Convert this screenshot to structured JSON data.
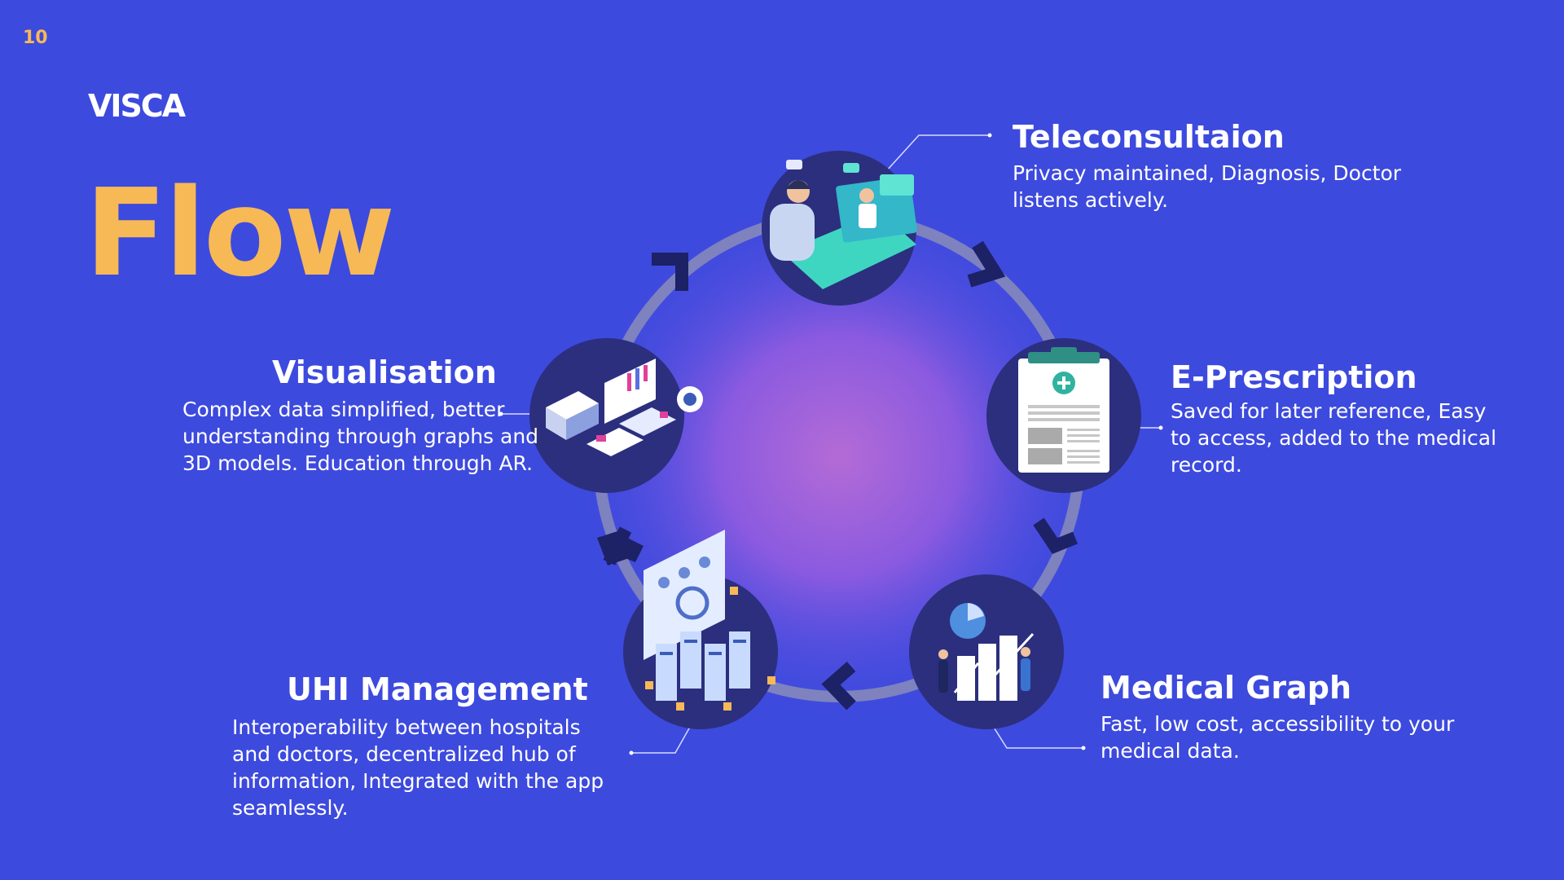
{
  "slide": {
    "page_number": "10",
    "brand": "VISCA",
    "title": "Flow"
  },
  "colors": {
    "background": "#3d4ade",
    "accent": "#f7b955",
    "node_fill": "#2b2f7e",
    "ring": "#8a8cb8",
    "arrow": "#1d2166"
  },
  "nodes": [
    {
      "id": "teleconsultation",
      "title": "Teleconsultaion",
      "description": "Privacy maintained, Diagnosis, Doctor listens actively.",
      "icon": "doctor-video-call-icon"
    },
    {
      "id": "e-prescription",
      "title": "E-Prescription",
      "description": "Saved for later reference, Easy to access, added to the medical record.",
      "icon": "clipboard-prescription-icon"
    },
    {
      "id": "medical-graph",
      "title": "Medical Graph",
      "description": "Fast, low cost, accessibility to your medical data.",
      "icon": "bar-chart-people-icon"
    },
    {
      "id": "uhi-management",
      "title": "UHI Management",
      "description": "Interoperability between hospitals and doctors, decentralized hub of information, Integrated with the app seamlessly.",
      "icon": "server-rack-icon"
    },
    {
      "id": "visualisation",
      "title": "Visualisation",
      "description": "Complex data simplified, better understanding through graphs and 3D models. Education through AR.",
      "icon": "isometric-dashboard-icon"
    }
  ]
}
